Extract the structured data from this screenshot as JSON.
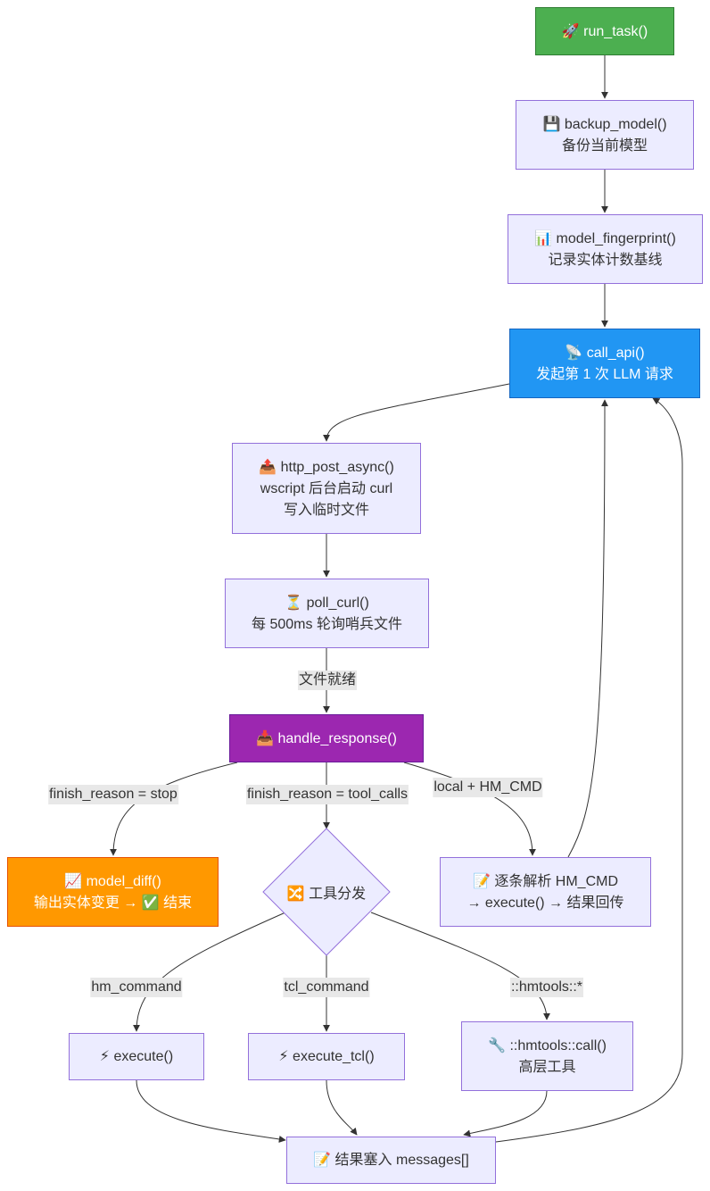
{
  "nodes": {
    "run_task": {
      "icon": "🚀",
      "label": "run_task()"
    },
    "backup_model": {
      "icon": "💾",
      "label": "backup_model()",
      "desc": "备份当前模型"
    },
    "model_fingerprint": {
      "icon": "📊",
      "label": "model_fingerprint()",
      "desc": "记录实体计数基线"
    },
    "call_api": {
      "icon": "📡",
      "label": "call_api()",
      "desc": "发起第 1 次 LLM 请求"
    },
    "http_post_async": {
      "icon": "📤",
      "label": "http_post_async()",
      "desc1": "wscript 后台启动 curl",
      "desc2": "写入临时文件"
    },
    "poll_curl": {
      "icon": "⏳",
      "label": "poll_curl()",
      "desc": "每 500ms 轮询哨兵文件"
    },
    "handle_response": {
      "icon": "📥",
      "label": "handle_response()"
    },
    "model_diff": {
      "icon": "📈",
      "label": "model_diff()",
      "desc": "输出实体变更 → ✅ 结束"
    },
    "dispatch": {
      "icon": "🔀",
      "label": "工具分发"
    },
    "parse_hm_cmd": {
      "icon": "📝",
      "label": "逐条解析 HM_CMD",
      "desc": "→ execute() → 结果回传"
    },
    "execute": {
      "icon": "⚡",
      "label": "execute()"
    },
    "execute_tcl": {
      "icon": "⚡",
      "label": "execute_tcl()"
    },
    "hmtools_call": {
      "icon": "🔧",
      "label": "::hmtools::call()",
      "desc": "高层工具"
    },
    "messages": {
      "icon": "📝",
      "label": "结果塞入 messages[]"
    }
  },
  "edge_labels": {
    "file_ready": "文件就绪",
    "finish_stop": "finish_reason = stop",
    "finish_tool_calls": "finish_reason = tool_calls",
    "local_hm_cmd": "local + HM_CMD",
    "hm_command": "hm_command",
    "tcl_command": "tcl_command",
    "hmtools_star": "::hmtools::*"
  },
  "colors": {
    "default_fill": "#ececff",
    "default_stroke": "#9370db",
    "start": "#4caf50",
    "api": "#2196f3",
    "response": "#9c27b0",
    "end": "#ff9800",
    "edge": "#333333",
    "edge_label_bg": "#e8e8e8"
  }
}
